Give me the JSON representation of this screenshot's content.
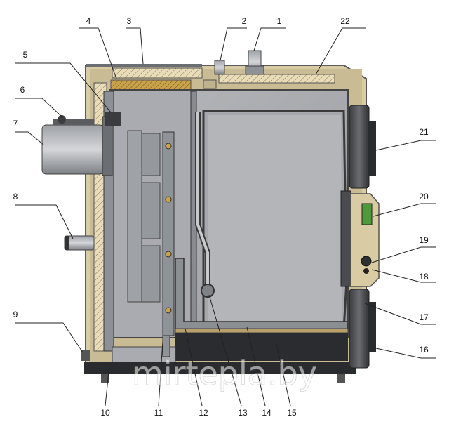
{
  "diagram": {
    "callouts": [
      "1",
      "2",
      "3",
      "4",
      "5",
      "6",
      "7",
      "8",
      "9",
      "10",
      "11",
      "12",
      "13",
      "14",
      "15",
      "16",
      "17",
      "18",
      "19",
      "20",
      "21",
      "22"
    ],
    "watermark": "mirtepla.by"
  }
}
